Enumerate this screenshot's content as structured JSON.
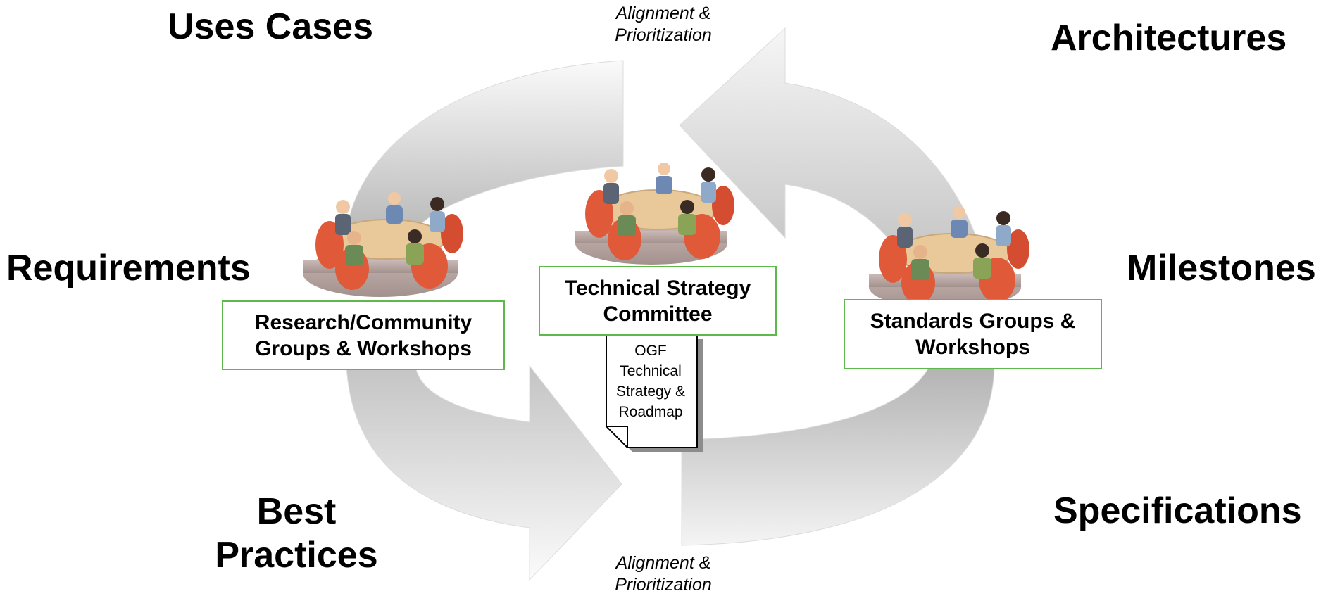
{
  "labels": {
    "top_left": "Uses Cases",
    "top_right": "Architectures",
    "mid_left": "Requirements",
    "mid_right": "Milestones",
    "bottom_left_line1": "Best",
    "bottom_left_line2": "Practices",
    "bottom_right": "Specifications"
  },
  "notes": {
    "top_line1": "Alignment &",
    "top_line2": "Prioritization",
    "bottom_line1": "Alignment &",
    "bottom_line2": "Prioritization"
  },
  "groups": {
    "left_line1": "Research/Community",
    "left_line2": "Groups & Workshops",
    "center_line1": "Technical Strategy",
    "center_line2": "Committee",
    "right_line1": "Standards Groups &",
    "right_line2": "Workshops"
  },
  "document": {
    "line1": "OGF",
    "line2": "Technical",
    "line3": "Strategy &",
    "line4": "Roadmap"
  },
  "colors": {
    "box_border": "#5fb84c",
    "arrow_light": "#f2f2f2",
    "arrow_dark": "#b3b3b3",
    "chair": "#e05a3a",
    "table": "#e9c99a"
  },
  "icons": [
    "cycle-arrow-icon",
    "meeting-table-icon",
    "document-icon"
  ]
}
